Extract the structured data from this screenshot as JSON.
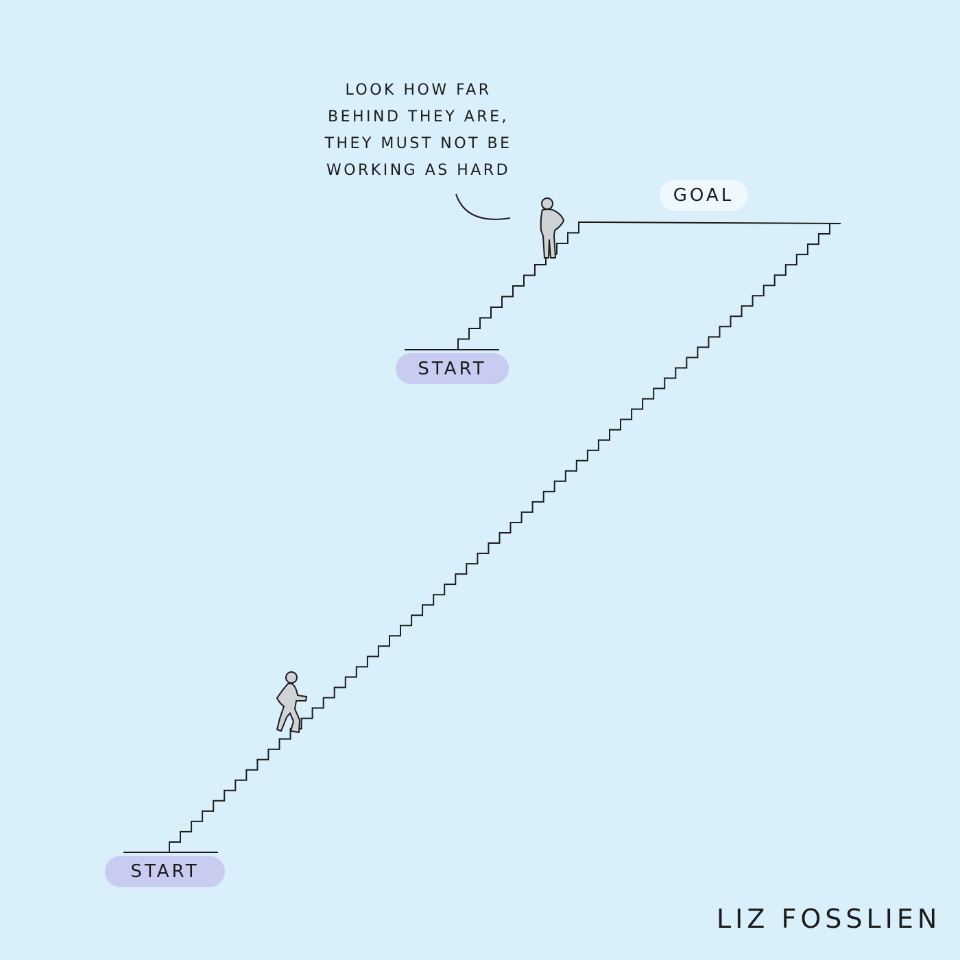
{
  "speech": {
    "lines": [
      "LOOK HOW FAR",
      "BEHIND THEY ARE,",
      "THEY MUST NOT BE",
      "WORKING AS HARD"
    ]
  },
  "labels": {
    "goal": "GOAL",
    "start_top": "START",
    "start_bottom": "START"
  },
  "signature": "LIZ FOSSLIEN",
  "colors": {
    "background": "#d9f0fb",
    "start_pill": "#c9ccf1",
    "goal_pill": "#eef8fd",
    "ink": "#1b1b1b",
    "figure_fill": "#cfd3d6"
  }
}
